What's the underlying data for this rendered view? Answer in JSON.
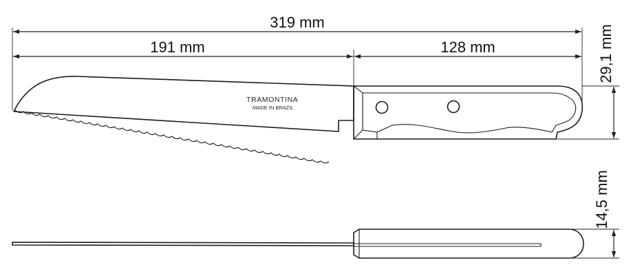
{
  "dimensions": {
    "overall_length": "319 mm",
    "blade_length": "191 mm",
    "handle_length": "128 mm",
    "height": "29,1 mm",
    "thickness": "14,5 mm"
  },
  "blade_marking": {
    "brand": "TRAMONTINA",
    "origin": "MADE IN BRAZIL"
  }
}
